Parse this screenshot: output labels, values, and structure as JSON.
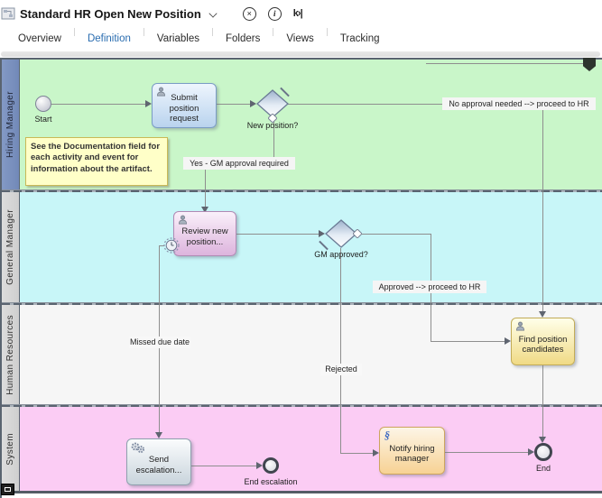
{
  "header": {
    "title": "Standard HR Open New Position"
  },
  "titlebar_icons": {
    "close_glyph": "×",
    "info_glyph": "i",
    "skip_glyph": "k›|"
  },
  "tabs": [
    {
      "label": "Overview",
      "active": false
    },
    {
      "label": "Definition",
      "active": true
    },
    {
      "label": "Variables",
      "active": false
    },
    {
      "label": "Folders",
      "active": false
    },
    {
      "label": "Views",
      "active": false
    },
    {
      "label": "Tracking",
      "active": false
    }
  ],
  "lanes": [
    {
      "label": "Hiring Manager",
      "color": "#c9f6c9",
      "header_color": "#7e95c2"
    },
    {
      "label": "General Manager",
      "color": "#c8f6f8",
      "header_color": "#d6d6d6"
    },
    {
      "label": "Human Resources",
      "color": "#f6f6f6",
      "header_color": "#d6d6d6"
    },
    {
      "label": "System",
      "color": "#fbccf4",
      "header_color": "#d6d6d6"
    }
  ],
  "nodes": {
    "start": "Start",
    "submit_position_request": "Submit position request",
    "new_position_gateway": "New position?",
    "review_new_position": "Review new position...",
    "gm_approved_gateway": "GM approved?",
    "find_position_candidates": "Find position candidates",
    "send_escalation": "Send escalation...",
    "end_escalation": "End escalation",
    "notify_hiring_manager": "Notify hiring manager",
    "end": "End"
  },
  "note": {
    "text": "See the Documentation field for each activity and event for information about the artifact."
  },
  "flows": {
    "no_approval": "No approval needed --> proceed to HR",
    "yes_gm": "Yes - GM approval required",
    "approved": "Approved --> proceed to HR",
    "rejected": "Rejected",
    "missed_due_date": "Missed due date"
  },
  "colors": {
    "active_tab": "#2a6db0",
    "note_bg": "#ffffc8",
    "selected_lane_header": "#7e95c2"
  }
}
